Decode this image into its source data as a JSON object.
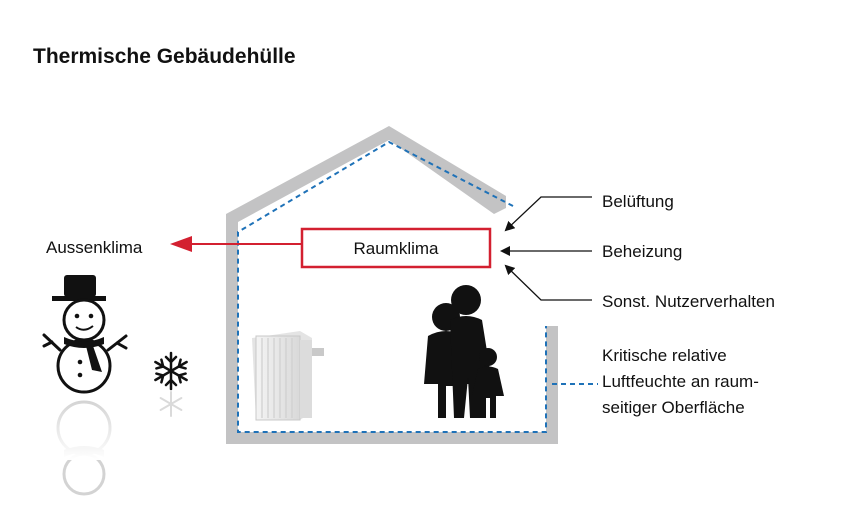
{
  "title": "Thermische Gebäudehülle",
  "house": {
    "room_label": "Raumklima"
  },
  "outside_label": "Aussenklima",
  "influences": [
    {
      "label": "Belüftung",
      "icon": "arrow-left-icon"
    },
    {
      "label": "Beheizung",
      "icon": "arrow-left-icon"
    },
    {
      "label": "Sonst. Nutzerverhalten",
      "icon": "arrow-left-icon"
    }
  ],
  "surface_note": {
    "lines": [
      "Kritische relative",
      "Luftfeuchte an raum-",
      "seitiger Oberfläche"
    ]
  },
  "icons": [
    "snowman-icon",
    "snowflake-icon",
    "radiator-icon",
    "family-icon"
  ],
  "colors": {
    "wall": "#c3c3c4",
    "dotted_line": "#1f72b8",
    "arrow_red": "#d32030",
    "text": "#111111"
  }
}
